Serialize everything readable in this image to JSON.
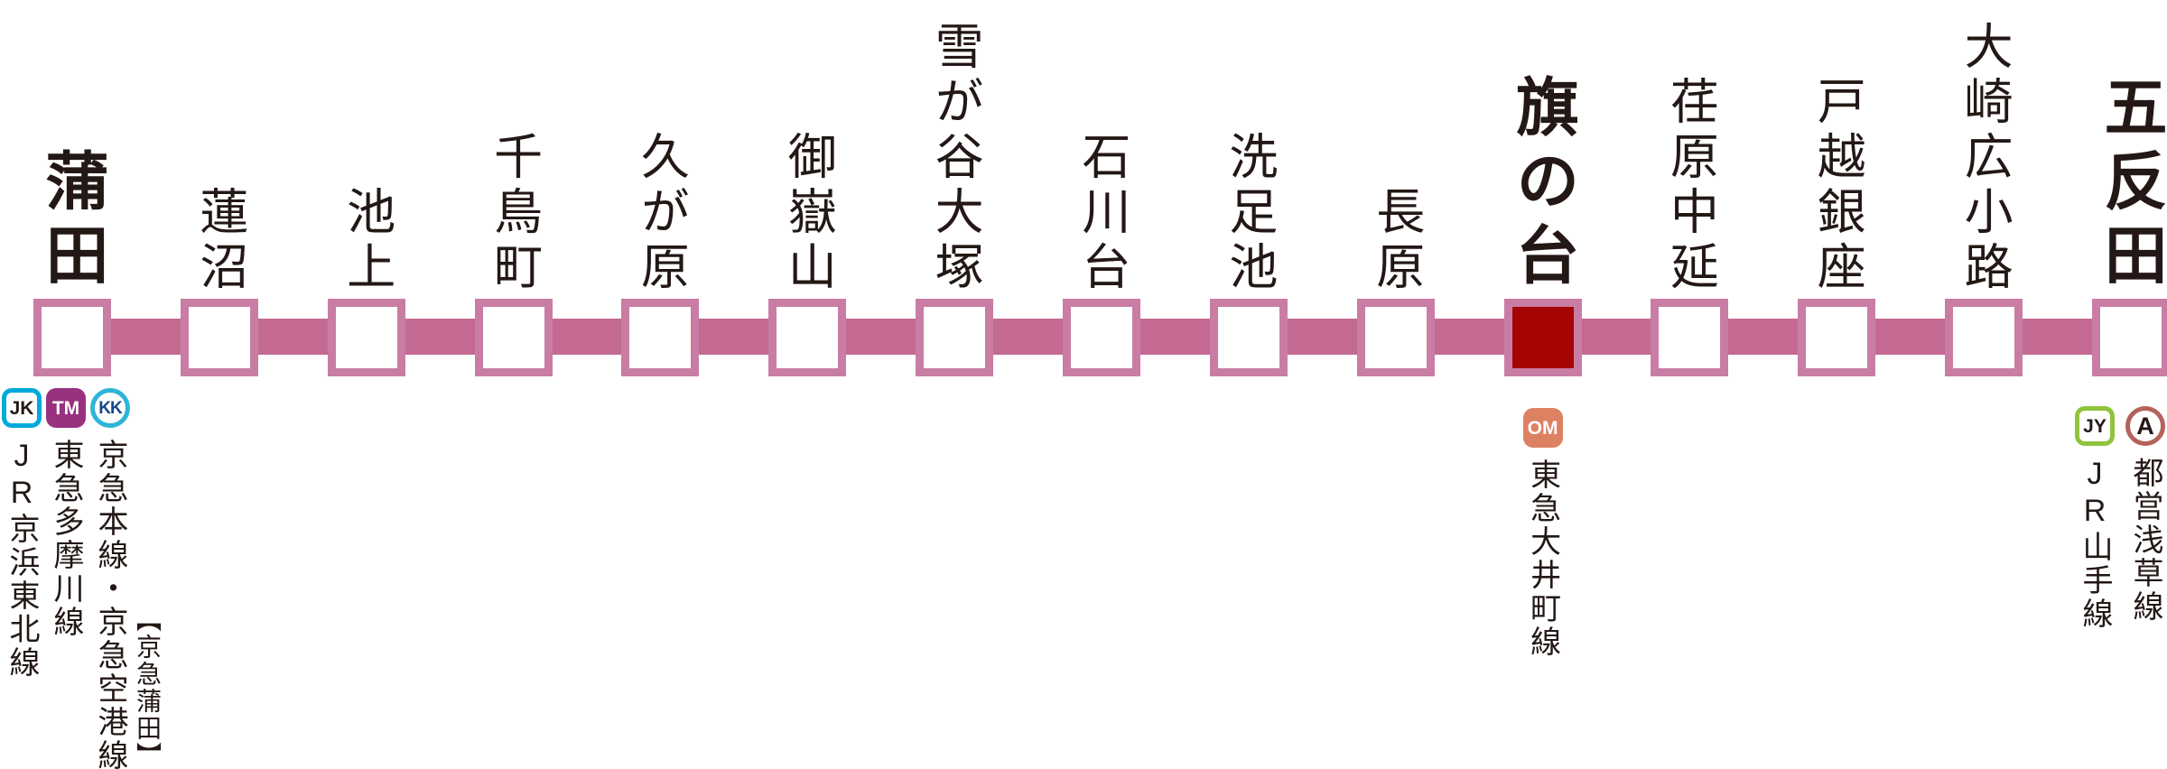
{
  "colors": {
    "line": "#c46a92",
    "marker_border": "#c97da4",
    "marker_fill": "#ffffff",
    "current_station_fill": "#a60505",
    "text": "#231815",
    "badge_jk": "#00a9db",
    "badge_tm": "#99327e",
    "badge_kk": "#2db5d9",
    "badge_kk_text": "#14478c",
    "badge_om": "#dd8163",
    "badge_jy": "#8fc43c",
    "badge_a": "#b4625c"
  },
  "stations": [
    {
      "name": "蒲田",
      "major": true,
      "current": false,
      "transfers": [
        {
          "badge": {
            "label": "JK",
            "shape": "square",
            "style": "outline",
            "color": "#00a9db",
            "text_color": "#231815"
          },
          "line_name": "JR京浜東北線"
        },
        {
          "badge": {
            "label": "TM",
            "shape": "square",
            "style": "filled",
            "color": "#99327e",
            "text_color": "#ffffff"
          },
          "line_name": "東急多摩川線"
        },
        {
          "badge": {
            "label": "KK",
            "shape": "circle",
            "style": "outline",
            "color": "#2db5d9",
            "text_color": "#14478c"
          },
          "line_name": "京急本線・京急空港線",
          "note": "【京急蒲田】"
        }
      ]
    },
    {
      "name": "蓮沼",
      "major": false,
      "current": false
    },
    {
      "name": "池上",
      "major": false,
      "current": false
    },
    {
      "name": "千鳥町",
      "major": false,
      "current": false
    },
    {
      "name": "久が原",
      "major": false,
      "current": false
    },
    {
      "name": "御嶽山",
      "major": false,
      "current": false
    },
    {
      "name": "雪が谷大塚",
      "major": false,
      "current": false
    },
    {
      "name": "石川台",
      "major": false,
      "current": false
    },
    {
      "name": "洗足池",
      "major": false,
      "current": false
    },
    {
      "name": "長原",
      "major": false,
      "current": false
    },
    {
      "name": "旗の台",
      "major": true,
      "current": true,
      "transfers": [
        {
          "badge": {
            "label": "OM",
            "shape": "square",
            "style": "filled",
            "color": "#dd8163",
            "text_color": "#ffffff"
          },
          "line_name": "東急大井町線"
        }
      ]
    },
    {
      "name": "荏原中延",
      "major": false,
      "current": false
    },
    {
      "name": "戸越銀座",
      "major": false,
      "current": false
    },
    {
      "name": "大崎広小路",
      "major": false,
      "current": false
    },
    {
      "name": "五反田",
      "major": true,
      "current": false,
      "transfers": [
        {
          "badge": {
            "label": "JY",
            "shape": "square",
            "style": "outline",
            "color": "#8fc43c",
            "text_color": "#231815"
          },
          "line_name": "JR山手線"
        },
        {
          "badge": {
            "label": "A",
            "shape": "circle",
            "style": "outline",
            "color": "#b4625c",
            "text_color": "#231815"
          },
          "line_name": "都営浅草線"
        }
      ]
    }
  ]
}
